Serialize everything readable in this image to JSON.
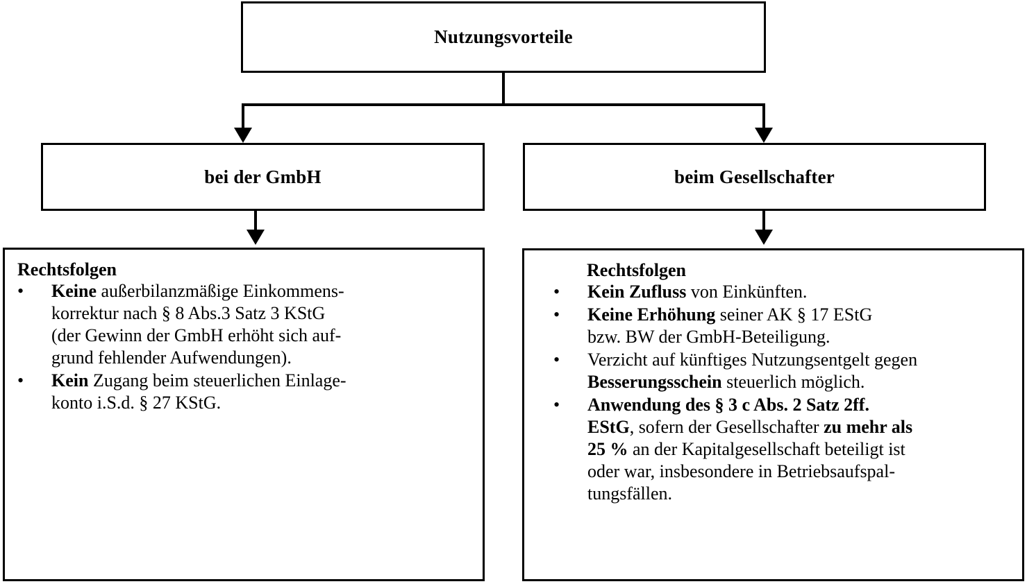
{
  "diagram": {
    "title": "Nutzungsvorteile",
    "type": "hierarchy-flowchart",
    "colors": {
      "border": "#000000",
      "background": "#ffffff",
      "text": "#000000"
    },
    "root": {
      "label": "Nutzungsvorteile"
    },
    "branches": [
      {
        "id": "gmbh",
        "label": "bei der GmbH",
        "consequences": {
          "heading": "Rechtsfolgen",
          "bullet_glyph": "•",
          "items": [
            {
              "lines": [
                {
                  "segments": [
                    {
                      "text": "Keine",
                      "bold": true
                    },
                    {
                      "text": " außerbilanzmäßige Einkommens-",
                      "bold": false
                    }
                  ]
                },
                {
                  "segments": [
                    {
                      "text": "korrektur nach § 8 Abs.3 Satz 3 KStG",
                      "bold": false
                    }
                  ]
                },
                {
                  "segments": [
                    {
                      "text": "(der Gewinn der GmbH erhöht sich auf-",
                      "bold": false
                    }
                  ]
                },
                {
                  "segments": [
                    {
                      "text": "grund fehlender Aufwendungen).",
                      "bold": false
                    }
                  ]
                }
              ]
            },
            {
              "lines": [
                {
                  "segments": [
                    {
                      "text": "Kein",
                      "bold": true
                    },
                    {
                      "text": " Zugang beim steuerlichen Einlage-",
                      "bold": false
                    }
                  ]
                },
                {
                  "segments": [
                    {
                      "text": "konto i.S.d. § 27 KStG.",
                      "bold": false
                    }
                  ]
                }
              ]
            }
          ]
        }
      },
      {
        "id": "gesellschafter",
        "label": "beim Gesellschafter",
        "consequences": {
          "heading": "Rechtsfolgen",
          "bullet_glyph": "•",
          "items": [
            {
              "lines": [
                {
                  "segments": [
                    {
                      "text": "Kein Zufluss",
                      "bold": true
                    },
                    {
                      "text": " von Einkünften.",
                      "bold": false
                    }
                  ]
                }
              ]
            },
            {
              "lines": [
                {
                  "segments": [
                    {
                      "text": "Keine Erhöhung",
                      "bold": true
                    },
                    {
                      "text": " seiner AK § 17 EStG",
                      "bold": false
                    }
                  ]
                },
                {
                  "segments": [
                    {
                      "text": "bzw. BW der GmbH-Beteiligung.",
                      "bold": false
                    }
                  ]
                }
              ]
            },
            {
              "lines": [
                {
                  "segments": [
                    {
                      "text": "Verzicht auf künftiges Nutzungsentgelt gegen",
                      "bold": false
                    }
                  ]
                },
                {
                  "segments": [
                    {
                      "text": "Besserungsschein",
                      "bold": true
                    },
                    {
                      "text": " steuerlich möglich.",
                      "bold": false
                    }
                  ]
                }
              ]
            },
            {
              "lines": [
                {
                  "segments": [
                    {
                      "text": "Anwendung des § 3 c Abs. 2 Satz 2ff.",
                      "bold": true
                    }
                  ]
                },
                {
                  "segments": [
                    {
                      "text": "EStG",
                      "bold": true
                    },
                    {
                      "text": ", sofern der Gesellschafter ",
                      "bold": false
                    },
                    {
                      "text": "zu mehr als",
                      "bold": true
                    }
                  ]
                },
                {
                  "segments": [
                    {
                      "text": "25 %",
                      "bold": true
                    },
                    {
                      "text": " an der Kapitalgesellschaft beteiligt ist",
                      "bold": false
                    }
                  ]
                },
                {
                  "segments": [
                    {
                      "text": "oder war, insbesondere in Betriebsaufspal-",
                      "bold": false
                    }
                  ]
                },
                {
                  "segments": [
                    {
                      "text": "tungsfällen.",
                      "bold": false
                    }
                  ]
                }
              ]
            }
          ]
        }
      }
    ]
  }
}
